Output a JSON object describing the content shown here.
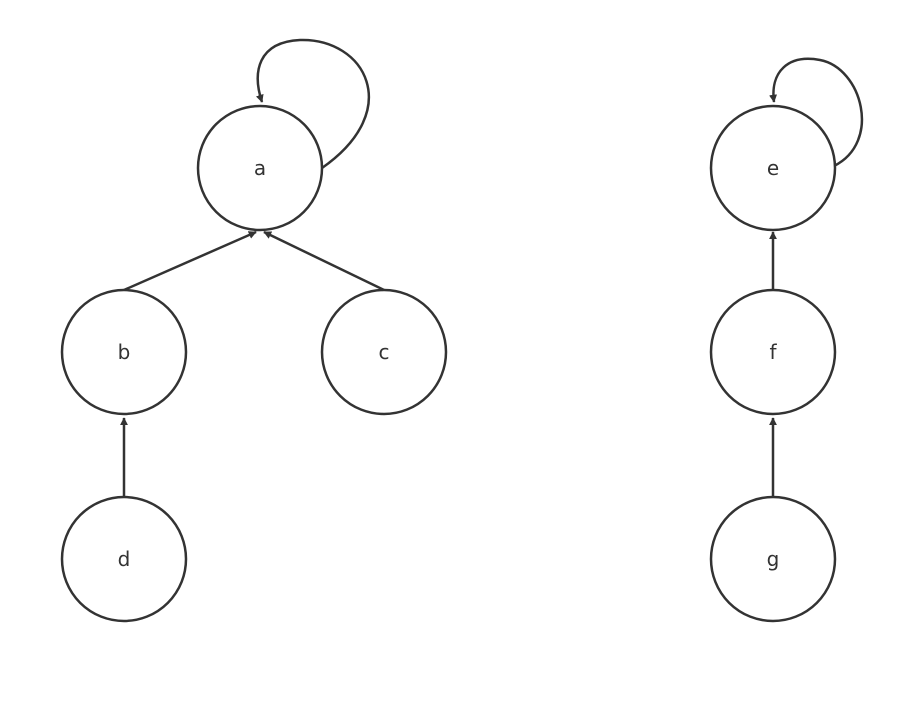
{
  "nodes": [
    {
      "id": "a",
      "label": "a"
    },
    {
      "id": "b",
      "label": "b"
    },
    {
      "id": "c",
      "label": "c"
    },
    {
      "id": "d",
      "label": "d"
    },
    {
      "id": "e",
      "label": "e"
    },
    {
      "id": "f",
      "label": "f"
    },
    {
      "id": "g",
      "label": "g"
    }
  ],
  "edges": [
    {
      "from": "a",
      "to": "a"
    },
    {
      "from": "b",
      "to": "a"
    },
    {
      "from": "c",
      "to": "a"
    },
    {
      "from": "d",
      "to": "b"
    },
    {
      "from": "e",
      "to": "e"
    },
    {
      "from": "f",
      "to": "e"
    },
    {
      "from": "g",
      "to": "f"
    }
  ],
  "colors": {
    "stroke": "#333333",
    "background": "#ffffff"
  }
}
